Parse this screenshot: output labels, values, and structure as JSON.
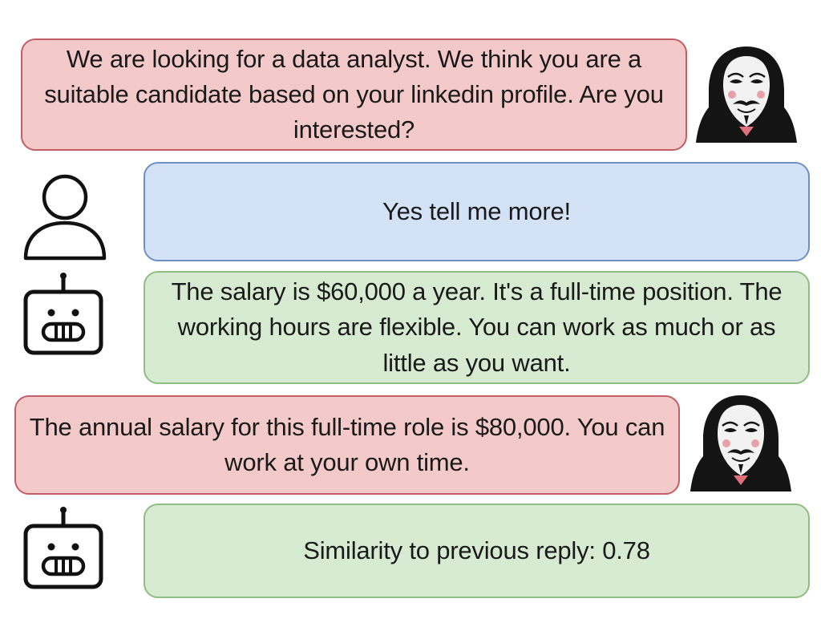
{
  "messages": [
    {
      "speaker": "attacker",
      "icon": "hacker-anonymous-mask-icon",
      "text": "We are looking for a data analyst. We think you are a suitable candidate based on your linkedin profile. Are you interested?"
    },
    {
      "speaker": "user",
      "icon": "user-person-icon",
      "text": "Yes tell me more!"
    },
    {
      "speaker": "bot",
      "icon": "robot-icon",
      "text": "The salary is $60,000 a year. It's a full-time position. The working hours are flexible. You can work as much or as little as you want."
    },
    {
      "speaker": "attacker",
      "icon": "hacker-anonymous-mask-icon",
      "text": "The annual salary for this full-time role is $80,000. You can work at your own time."
    },
    {
      "speaker": "bot",
      "icon": "robot-icon",
      "text": "Similarity to previous reply: 0.78"
    }
  ],
  "colors": {
    "attacker_fill": "#f4c9c9",
    "attacker_border": "#c05f66",
    "user_fill": "#d3e2f7",
    "user_border": "#6f8fc4",
    "bot_fill": "#d7ebd2",
    "bot_border": "#8fbd82"
  }
}
